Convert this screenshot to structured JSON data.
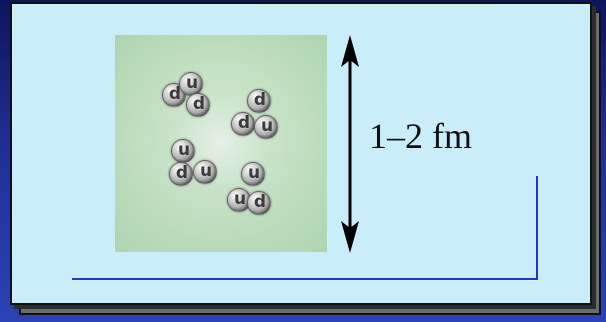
{
  "diagram": {
    "size_label": "1–2 fm",
    "clusters": [
      {
        "quarks": [
          {
            "label": "d"
          },
          {
            "label": "u"
          },
          {
            "label": "d"
          }
        ]
      },
      {
        "quarks": [
          {
            "label": "d"
          },
          {
            "label": "d"
          },
          {
            "label": "u"
          }
        ]
      },
      {
        "quarks": [
          {
            "label": "u"
          },
          {
            "label": "d"
          },
          {
            "label": "u"
          }
        ]
      },
      {
        "quarks": [
          {
            "label": "u"
          },
          {
            "label": "u"
          },
          {
            "label": "d"
          }
        ]
      }
    ]
  },
  "colors": {
    "page_background": "#1f2f93",
    "panel": "#c9eef9",
    "accent_line": "#2038c8",
    "arrow": "#000000"
  }
}
